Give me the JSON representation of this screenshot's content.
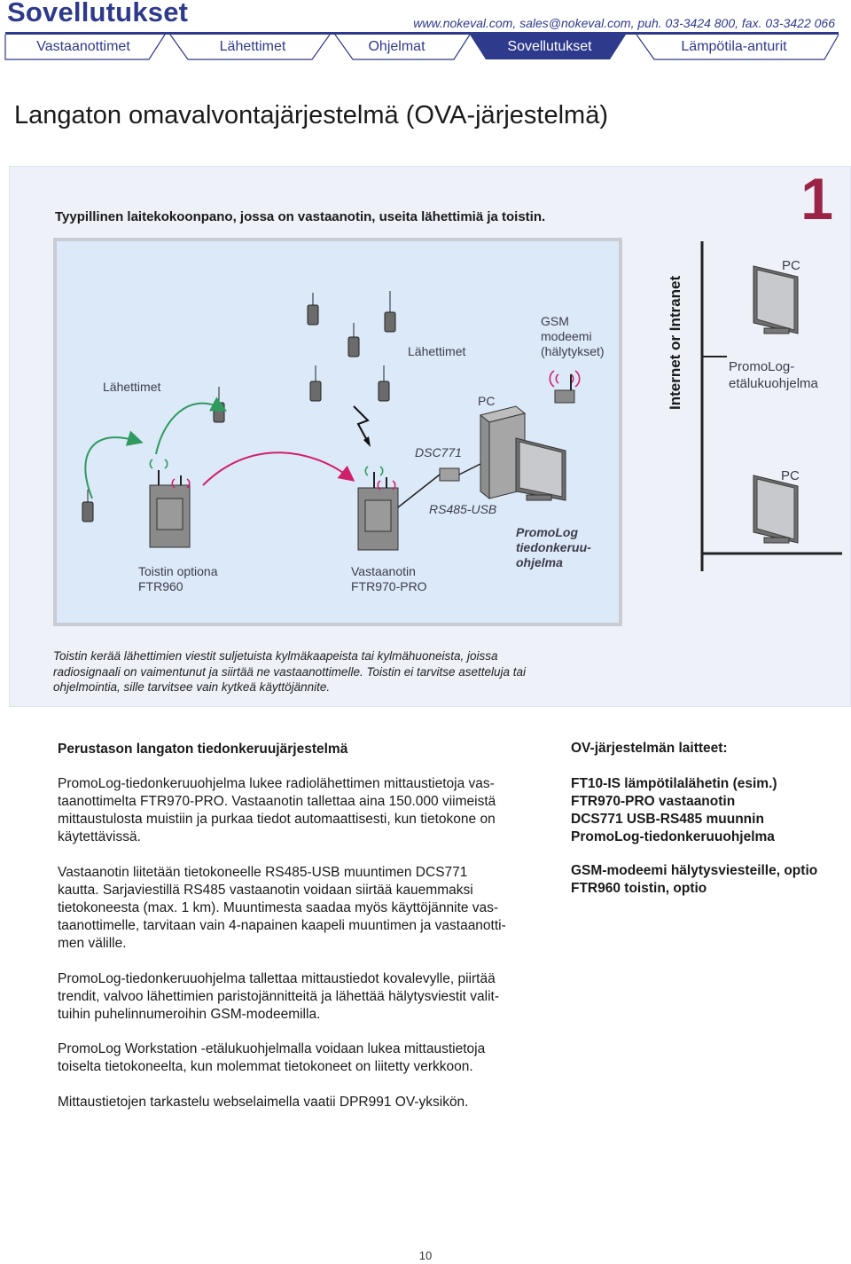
{
  "header": {
    "brand": "Sovellutukset",
    "contact": "www.nokeval.com, sales@nokeval.com, puh. 03-3424 800, fax. 03-3422 066"
  },
  "nav": {
    "tabs": [
      {
        "label": "Vastaanottimet",
        "active": false
      },
      {
        "label": "Lähettimet",
        "active": false
      },
      {
        "label": "Ohjelmat",
        "active": false
      },
      {
        "label": "Sovellutukset",
        "active": true
      },
      {
        "label": "Lämpötila-anturit",
        "active": false
      }
    ]
  },
  "page_title": "Langaton omavalvontajärjestelmä (OVA-järjestelmä)",
  "section_number": "1",
  "panel": {
    "subtitle": "Tyypillinen laitekokoonpano, jossa on vastaanotin, useita lähettimiä ja toistin.",
    "diagram": {
      "labels": {
        "transmitters_left": "Lähettimet",
        "transmitters_mid": "Lähettimet",
        "gsm_line1": "GSM",
        "gsm_line2": "modeemi",
        "gsm_line3": "(hälytykset)",
        "pc_mid": "PC",
        "dsc": "DSC771",
        "rs485": "RS485-USB",
        "repeater_line1": "Toistin optiona",
        "repeater_line2": "FTR960",
        "receiver_line1": "Vastaanotin",
        "receiver_line2": "FTR970-PRO",
        "promolog_line1": "PromoLog",
        "promolog_line2": "tiedonkeruu-",
        "promolog_line3": "ohjelma"
      }
    },
    "network_label": "Internet or Intranet",
    "pc_top": "PC",
    "pc_top_sw_line1": "PromoLog-",
    "pc_top_sw_line2": "etälukuohjelma",
    "pc_bottom": "PC",
    "caption_lines": [
      "Toistin kerää lähettimien viestit suljetuista kylmäkaapeista tai kylmähuoneista, joissa",
      "radiosignaali on vaimentunut ja siirtää ne vastaanottimelle. Toistin ei tarvitse asetteluja tai",
      "ohjelmointia, sille tarvitsee vain kytkeä käyttöjännite."
    ]
  },
  "left_col": {
    "title": "Perustason langaton tiedonkeruujärjestelmä",
    "paragraphs": [
      [
        "PromoLog-tiedonkeruuohjelma lukee radiolähettimen mittaustietoja vas-",
        "taanottimelta FTR970-PRO. Vastaanotin tallettaa aina 150.000 viimeistä",
        "mittaustulosta muistiin ja purkaa tiedot automaattisesti, kun tietokone on",
        "käytettävissä."
      ],
      [
        "Vastaanotin liitetään tietokoneelle RS485-USB muuntimen DCS771",
        "kautta. Sarjaviestillä RS485 vastaanotin voidaan siirtää kauemmaksi",
        "tietokoneesta (max. 1 km). Muuntimesta saadaa myös käyttöjännite vas-",
        "taanottimelle, tarvitaan vain 4-napainen kaapeli muuntimen ja vastaanotti-",
        "men välille."
      ],
      [
        "PromoLog-tiedonkeruuohjelma tallettaa mittaustiedot kovalevylle, piirtää",
        "trendit, valvoo lähettimien paristojännitteitä ja lähettää hälytysviestit valit-",
        "tuihin puhelinnumeroihin GSM-modeemilla."
      ],
      [
        "PromoLog Workstation -etälukuohjelmalla voidaan lukea mittaustietoja",
        "toiselta tietokoneelta, kun molemmat tietokoneet on liitetty verkkoon."
      ],
      [
        "Mittaustietojen tarkastelu webselaimella vaatii DPR991 OV-yksikön."
      ]
    ]
  },
  "right_col": {
    "title": "OV-järjestelmän laitteet:",
    "group1": [
      "FT10-IS lämpötilalähetin (esim.)",
      "FTR970-PRO vastaanotin",
      "DCS771 USB-RS485 muunnin",
      "PromoLog-tiedonkeruuohjelma"
    ],
    "group2": [
      "GSM-modeemi hälytysviesteille, optio",
      "FTR960 toistin, optio"
    ]
  },
  "footer": {
    "page_number": "10"
  },
  "colors": {
    "brand": "#2e3a8c",
    "accent": "#9b2346",
    "diagram_bg": "#dce9f8"
  }
}
